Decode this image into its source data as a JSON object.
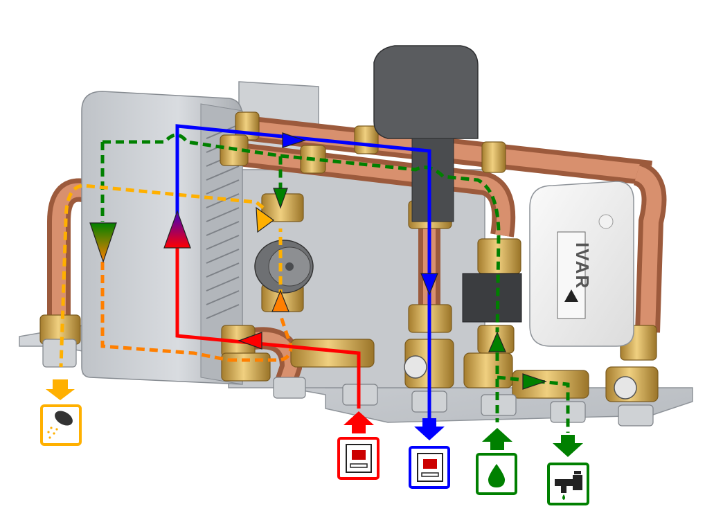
{
  "diagram": {
    "brand_label": "IVAR",
    "colors": {
      "primary_heating_flow": "#ff0000",
      "primary_heating_return": "#0000ff",
      "cold_water": "#008000",
      "mixed_hot_water": "#ff7f00",
      "hot_water_to_shower": "#ffb000",
      "copper": "#c97b55",
      "brass": "#d9b15a",
      "plate": "#c9cdd2",
      "pump_head": "#5a5c5f"
    },
    "icons": [
      {
        "name": "shower-icon",
        "color": "#ffb000",
        "arrow": "down"
      },
      {
        "name": "heat-source-flow-icon",
        "color": "#ff0000",
        "arrow": "up"
      },
      {
        "name": "heat-source-return-icon",
        "color": "#0000ff",
        "arrow": "down"
      },
      {
        "name": "cold-water-inlet-icon",
        "color": "#008000",
        "arrow": "up"
      },
      {
        "name": "cold-water-outlet-tap-icon",
        "color": "#008000",
        "arrow": "down"
      }
    ]
  }
}
